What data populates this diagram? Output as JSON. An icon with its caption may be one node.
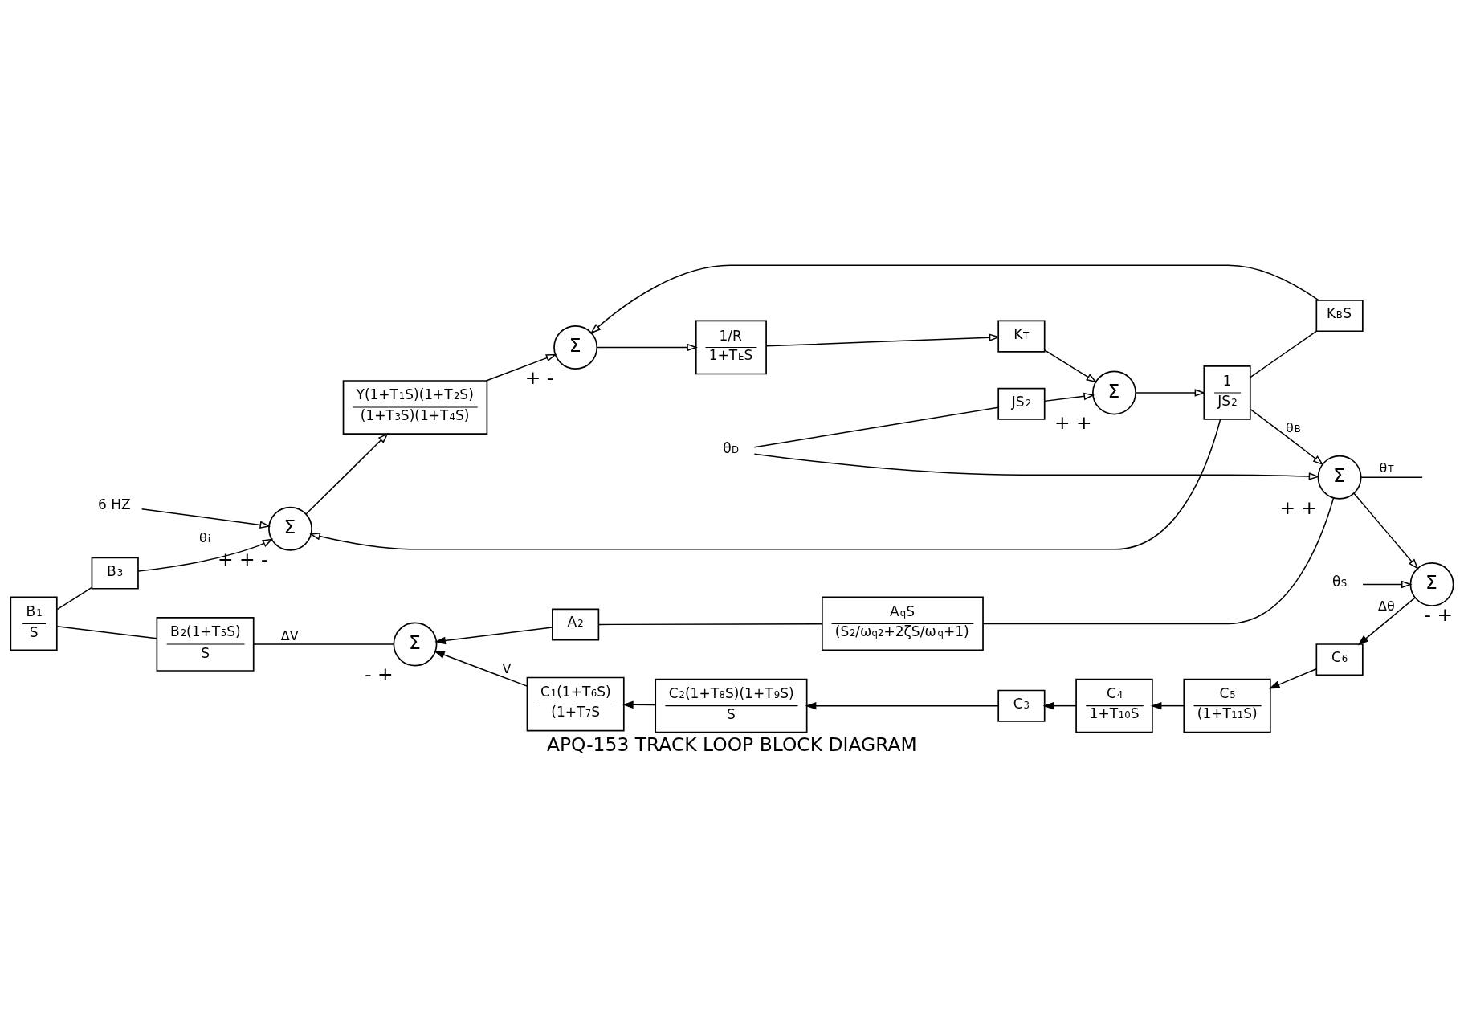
{
  "diagram": {
    "title": "APQ-153 TRACK LOOP BLOCK DIAGRAM",
    "nodes": [
      {
        "text": [
          "B$_{1}$",
          "S"
        ]
      },
      {
        "text": [
          "B$_{3}$"
        ]
      },
      {
        "text": [
          "Σ"
        ],
        "beside": [
          "+",
          "+",
          "-"
        ]
      },
      {
        "text": [
          "Y(1+T$_{1}$S)(1+T$_{2}$S)",
          "(1+T$_{3}$S)(1+T$_{4}$S)"
        ]
      },
      {
        "text": [
          "Σ"
        ],
        "beside": [
          "+",
          "-"
        ]
      },
      {
        "text": [
          "1/R",
          "1+T$_{E}$S"
        ]
      },
      {
        "text": [
          "K$_{T}$"
        ]
      },
      {
        "text": [
          "Σ"
        ],
        "beside": [
          "+",
          "+"
        ]
      },
      {
        "text": [
          "1",
          "JS$^{2}$"
        ]
      },
      {
        "text": [
          "Σ"
        ],
        "beside": [
          "+",
          "+"
        ]
      },
      {
        "text": [
          "JS$^{2}$"
        ]
      },
      {
        "text": [
          "K$_{B}$S"
        ]
      },
      {
        "text": [
          "B$_{2}$(1+T$_{5}$S)",
          "S"
        ]
      },
      {
        "text": [
          "Σ"
        ],
        "beside": [
          "-",
          "+"
        ]
      },
      {
        "text": [
          "A$_{2}$"
        ]
      },
      {
        "text": [
          "A$_{q}$S",
          "(S$^{2}$/ω$_{q}$$^{2}$+2ζS/ω$_{q}$+1)"
        ]
      },
      {
        "text": [
          "C$_{1}$(1+T$_{6}$S)",
          "(1+T$_{7}$S"
        ]
      },
      {
        "text": [
          "C$_{2}$(1+T$_{8}$S)(1+T$_{9}$S)",
          "S"
        ]
      },
      {
        "text": [
          "C$_{3}$"
        ]
      },
      {
        "text": [
          "C$_{4}$",
          "1+T$_{10}$S"
        ]
      },
      {
        "text": [
          "C$_{5}$",
          "(1+T$_{11}$S)"
        ]
      },
      {
        "text": [
          "C$_{6}$"
        ]
      },
      {
        "text": [
          "Σ"
        ],
        "beside": [
          "-",
          "+"
        ]
      },
      {
        "text": [
          "6 HZ"
        ]
      },
      {
        "text": [
          "θ$_{D}$"
        ]
      },
      {
        "text": [
          "θ$_{S}$"
        ]
      }
    ],
    "edges": [
      {
        "from": 1,
        "to": 2,
        "arrow": "to",
        "label": "θ$_{i}$"
      },
      {
        "from": 23,
        "to": 2,
        "arrow": "to"
      },
      {
        "from": 2,
        "to": 3,
        "arrow": "to"
      },
      {
        "from": 3,
        "to": 4,
        "arrow": "to"
      },
      {
        "from": 4,
        "to": 5,
        "arrow": "to"
      },
      {
        "from": 5,
        "to": 6,
        "arrow": "to"
      },
      {
        "from": 6,
        "to": 7,
        "arrow": "to"
      },
      {
        "from": 7,
        "to": 8,
        "arrow": "to"
      },
      {
        "from": 8,
        "to": 9,
        "arrow": "to",
        "label": "θ$_{B}$"
      },
      {
        "from": 24,
        "to": 9,
        "arrow": "to"
      },
      {
        "from": 24,
        "to": 10,
        "arrow": "none"
      },
      {
        "from": 10,
        "to": 7,
        "arrow": "to"
      },
      {
        "from": 8,
        "to": 11,
        "arrow": "none"
      },
      {
        "from": 11,
        "to": 4,
        "arrow": "to"
      },
      {
        "from": 8,
        "to": 2,
        "arrow": "to"
      },
      {
        "from": 9,
        "to": null,
        "arrow": "none",
        "label": "θ$_{T}$"
      },
      {
        "from": 9,
        "to": 22,
        "arrow": "to"
      },
      {
        "from": 9,
        "to": 15,
        "arrow": "none"
      },
      {
        "from": 15,
        "to": 14,
        "arrow": "none"
      },
      {
        "from": 14,
        "to": 13,
        "arrow": "to"
      },
      {
        "from": 25,
        "to": 22,
        "arrow": "to"
      },
      {
        "from": 22,
        "to": 21,
        "arrow": "to",
        "label": "Δθ"
      },
      {
        "from": 21,
        "to": 20,
        "arrow": "to"
      },
      {
        "from": 20,
        "to": 19,
        "arrow": "to"
      },
      {
        "from": 19,
        "to": 18,
        "arrow": "to"
      },
      {
        "from": 18,
        "to": 17,
        "arrow": "to"
      },
      {
        "from": 17,
        "to": 16,
        "arrow": "to"
      },
      {
        "from": 16,
        "to": 13,
        "arrow": "to",
        "label": "V"
      },
      {
        "from": 13,
        "to": 12,
        "arrow": "none",
        "label": "ΔV"
      },
      {
        "from": 12,
        "to": 0,
        "arrow": "none"
      },
      {
        "from": 0,
        "to": 1,
        "arrow": "none"
      }
    ]
  }
}
